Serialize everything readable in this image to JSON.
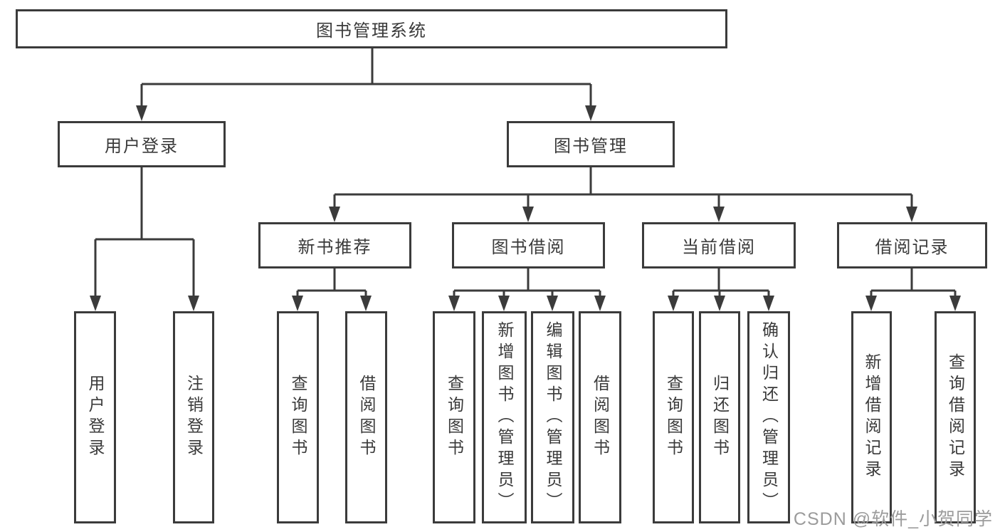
{
  "diagram": {
    "watermark": "CSDN @软件_小贺同学",
    "colors": {
      "line": "#3b3b3b",
      "node_border": "#3b3b3b",
      "node_text": "#3a3a3a",
      "background": "#ffffff",
      "watermark_text": "#9b9b9b"
    },
    "nodes": {
      "root": {
        "label": "图书管理系统"
      },
      "level2": [
        {
          "label": "用户登录"
        },
        {
          "label": "图书管理"
        }
      ],
      "level3": [
        {
          "label": "新书推荐"
        },
        {
          "label": "图书借阅"
        },
        {
          "label": "当前借阅"
        },
        {
          "label": "借阅记录"
        }
      ],
      "leaves": [
        {
          "label": "用户登录"
        },
        {
          "label": "注销登录"
        },
        {
          "label": "查询图书"
        },
        {
          "label": "借阅图书"
        },
        {
          "label": "查询图书"
        },
        {
          "label": "新增图书（管理员）"
        },
        {
          "label": "编辑图书（管理员）"
        },
        {
          "label": "借阅图书"
        },
        {
          "label": "查询图书"
        },
        {
          "label": "归还图书"
        },
        {
          "label": "确认归还（管理员）"
        },
        {
          "label": "新增借阅记录"
        },
        {
          "label": "查询借阅记录"
        }
      ]
    }
  }
}
